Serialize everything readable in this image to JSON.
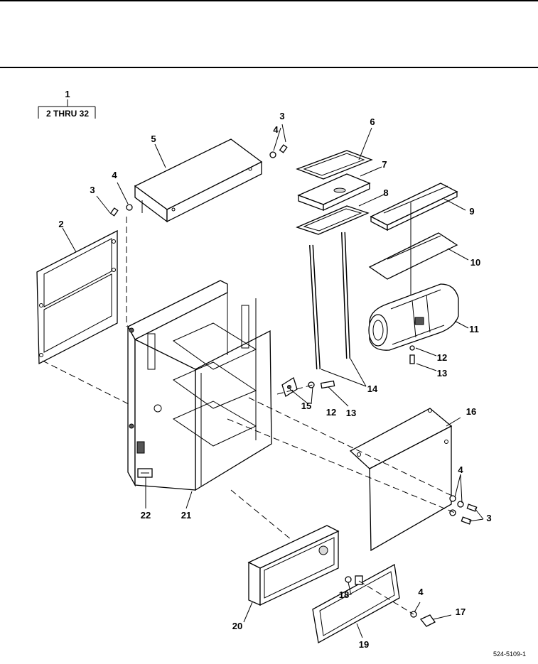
{
  "figure": {
    "group_label": {
      "number": "1",
      "range": "2 THRU 32"
    },
    "callouts": [
      {
        "id": "c2",
        "text": "2"
      },
      {
        "id": "c3a",
        "text": "3"
      },
      {
        "id": "c3b",
        "text": "3"
      },
      {
        "id": "c3c",
        "text": "3"
      },
      {
        "id": "c4a",
        "text": "4"
      },
      {
        "id": "c4b",
        "text": "4"
      },
      {
        "id": "c4c",
        "text": "4"
      },
      {
        "id": "c4d",
        "text": "4"
      },
      {
        "id": "c5",
        "text": "5"
      },
      {
        "id": "c6",
        "text": "6"
      },
      {
        "id": "c7",
        "text": "7"
      },
      {
        "id": "c8",
        "text": "8"
      },
      {
        "id": "c9",
        "text": "9"
      },
      {
        "id": "c10",
        "text": "10"
      },
      {
        "id": "c11",
        "text": "11"
      },
      {
        "id": "c12a",
        "text": "12"
      },
      {
        "id": "c12b",
        "text": "12"
      },
      {
        "id": "c13a",
        "text": "13"
      },
      {
        "id": "c13b",
        "text": "13"
      },
      {
        "id": "c14",
        "text": "14"
      },
      {
        "id": "c15",
        "text": "15"
      },
      {
        "id": "c16",
        "text": "16"
      },
      {
        "id": "c17",
        "text": "17"
      },
      {
        "id": "c18",
        "text": "18"
      },
      {
        "id": "c19",
        "text": "19"
      },
      {
        "id": "c20",
        "text": "20"
      },
      {
        "id": "c21",
        "text": "21"
      },
      {
        "id": "c22",
        "text": "22"
      }
    ],
    "drawing_number": "524-5109-1"
  }
}
